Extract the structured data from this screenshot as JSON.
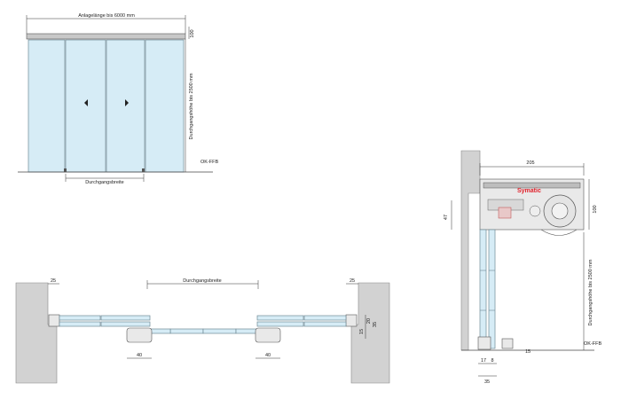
{
  "labels": {
    "front_width": "Anlagelänge bis 6000 mm",
    "front_height_top": "100",
    "front_passage_height": "Durchgangshöhe bis 2500 mm",
    "front_floor": "OK-FFB",
    "front_passage_width": "Durchgangsbreite",
    "plan_passage_width": "Durchgangsbreite",
    "plan_left_offset": "25",
    "plan_right_offset": "25",
    "plan_left_bottom": "40",
    "plan_right_bottom": "40",
    "plan_dim_15": "15",
    "plan_dim_20": "20",
    "plan_dim_35": "35",
    "section_width": "205",
    "section_height": "100",
    "section_left": "47",
    "section_passage_height": "Durchgangshöhe bis 2500 mm",
    "section_floor": "OK-FFB",
    "section_bottom_17": "17",
    "section_bottom_8": "8",
    "section_bottom_35": "35",
    "section_right_small": "15",
    "brand": "Symatic"
  },
  "icons": {
    "left_arrow": "arrow-left-icon",
    "right_arrow": "arrow-right-icon"
  },
  "colors": {
    "glass": "#d6ecf6",
    "frame": "#c8c8c8",
    "wall": "#d2d2d2",
    "brand": "#e0202a"
  }
}
